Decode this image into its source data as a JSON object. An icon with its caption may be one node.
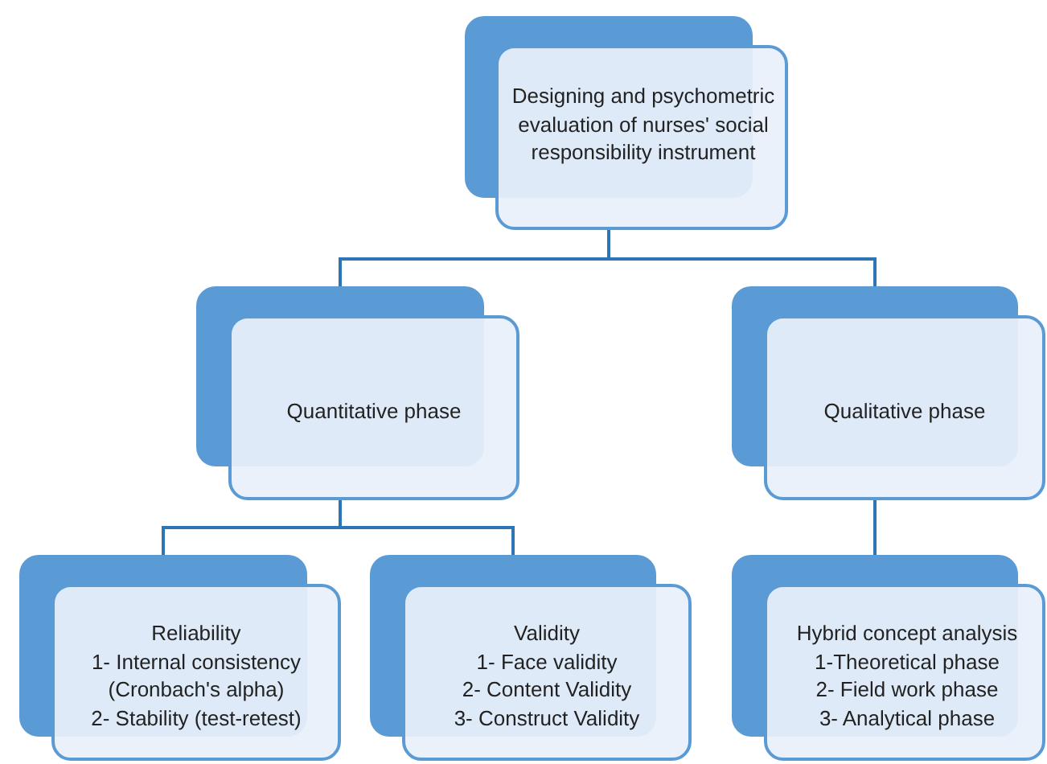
{
  "diagram": {
    "nodes": [
      {
        "text": [
          "Designing and psychometric evaluation of nurses' social responsibility instrument"
        ]
      },
      {
        "text": [
          "Quantitative phase"
        ]
      },
      {
        "text": [
          "Qualitative phase"
        ]
      },
      {
        "text": [
          "Reliability",
          "1- Internal consistency (Cronbach's alpha)",
          "2- Stability (test-retest)"
        ]
      },
      {
        "text": [
          "Validity",
          "1- Face validity",
          "2- Content Validity",
          "3- Construct Validity"
        ]
      },
      {
        "text": [
          "Hybrid concept analysis",
          "1-Theoretical phase",
          "2- Field work phase",
          "3- Analytical phase"
        ]
      }
    ],
    "edges": [
      {
        "from": 0,
        "to": 1,
        "arrow": "none"
      },
      {
        "from": 0,
        "to": 2,
        "arrow": "none"
      },
      {
        "from": 1,
        "to": 3,
        "arrow": "none"
      },
      {
        "from": 1,
        "to": 4,
        "arrow": "none"
      },
      {
        "from": 2,
        "to": 5,
        "arrow": "none"
      }
    ]
  }
}
